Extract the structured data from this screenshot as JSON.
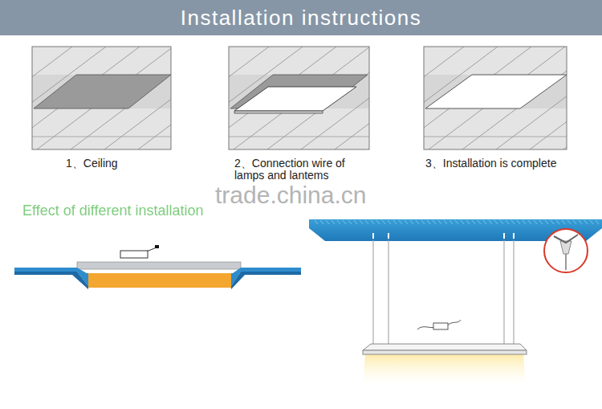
{
  "diagram": {
    "title": "Installation instructions",
    "labels": [
      "1、Ceiling",
      "2、Connection wire of lamps and lantems",
      "3、Installation is complete",
      "trade.china.cn",
      "Effect of different installation"
    ]
  }
}
